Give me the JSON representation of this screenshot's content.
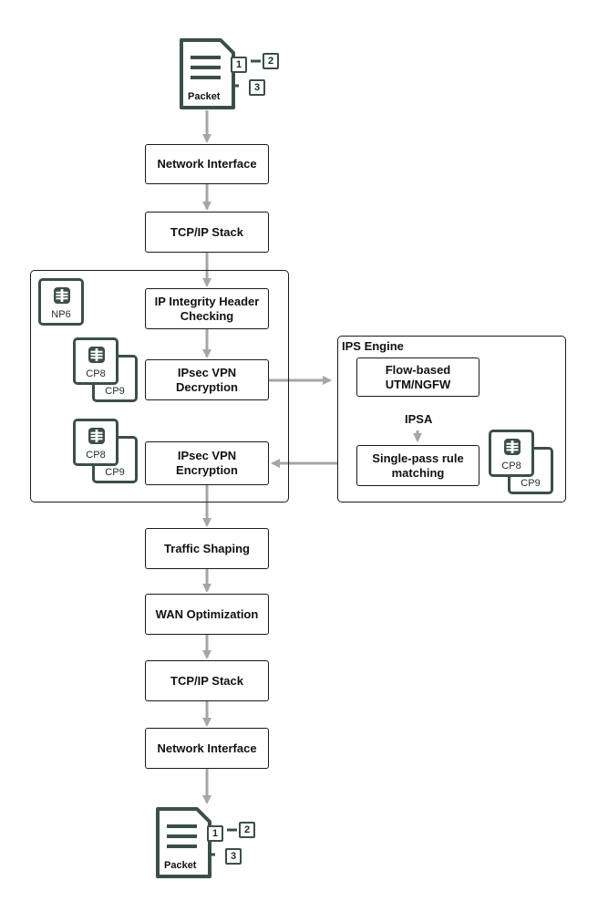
{
  "packet_top": {
    "label": "Packet",
    "badges": [
      "1",
      "2",
      "3"
    ]
  },
  "packet_bottom": {
    "label": "Packet",
    "badges": [
      "1",
      "2",
      "3"
    ]
  },
  "steps": {
    "network_interface_in": "Network Interface",
    "tcpip_stack_in": "TCP/IP Stack",
    "ip_integrity": "IP Integrity Header\nChecking",
    "ipsec_decryption": "IPsec VPN\nDecryption",
    "ipsec_encryption": "IPsec VPN\nEncryption",
    "traffic_shaping": "Traffic Shaping",
    "wan_optimization": "WAN Optimization",
    "tcpip_stack_out": "TCP/IP Stack",
    "network_interface_out": "Network Interface"
  },
  "ips_engine": {
    "title": "IPS Engine",
    "flow_based": "Flow-based\nUTM/NGFW",
    "ipsa_label": "IPSA",
    "single_pass": "Single-pass rule\nmatching"
  },
  "processors": {
    "np6": "NP6",
    "cp8": "CP8",
    "cp9": "CP9"
  },
  "colors": {
    "arrow": "#a6a6a6",
    "chip_border": "#3b4f4a",
    "box_border": "#1a1a1a"
  }
}
